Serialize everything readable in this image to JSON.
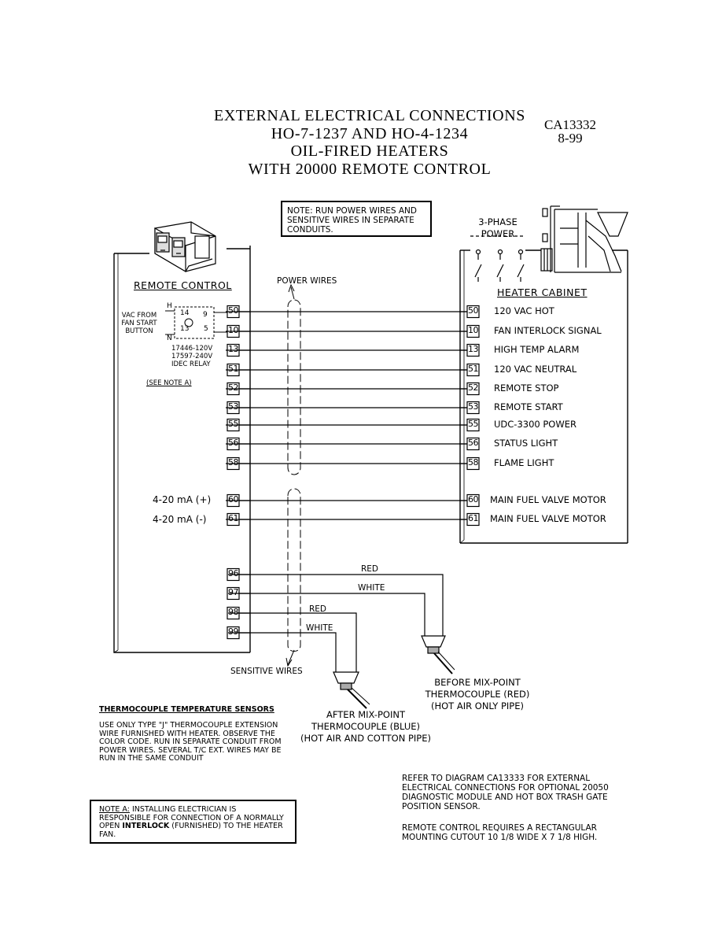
{
  "title": {
    "line1": "EXTERNAL ELECTRICAL CONNECTIONS",
    "line2": "HO-7-1237 AND HO-4-1234",
    "line3": "OIL-FIRED HEATERS",
    "line4": "WITH 20000 REMOTE CONTROL"
  },
  "doc": {
    "number": "CA13332",
    "date": "8-99"
  },
  "note_top": "NOTE: RUN POWER WIRES AND SENSITIVE WIRES IN SEPARATE CONDUITS.",
  "three_phase": {
    "line1": "3-PHASE",
    "line2": "POWER"
  },
  "remote_control": {
    "title": "REMOTE CONTROL",
    "vac_label_1": "VAC FROM",
    "vac_label_2": "FAN START",
    "vac_label_3": "BUTTON",
    "relay_h": "H",
    "relay_n": "N",
    "relay_14": "14",
    "relay_9": "9",
    "relay_13": "13",
    "relay_5": "5",
    "relay_line1": "17446-120V",
    "relay_line2": "17597-240V",
    "relay_line3": "IDEC RELAY",
    "see_note": "(SEE NOTE A)",
    "ma_plus": "4-20 mA (+)",
    "ma_minus": "4-20 mA (-)"
  },
  "heater_cabinet": {
    "title": "HEATER CABINET"
  },
  "power_wires": "POWER WIRES",
  "sensitive_wires": "SENSITIVE WIRES",
  "terminals": [
    {
      "num": "50",
      "label": "120 VAC HOT"
    },
    {
      "num": "10",
      "label": "FAN INTERLOCK SIGNAL"
    },
    {
      "num": "13",
      "label": "HIGH TEMP ALARM"
    },
    {
      "num": "51",
      "label": "120 VAC NEUTRAL"
    },
    {
      "num": "52",
      "label": "REMOTE STOP"
    },
    {
      "num": "53",
      "label": "REMOTE START"
    },
    {
      "num": "55",
      "label": "UDC-3300 POWER"
    },
    {
      "num": "56",
      "label": "STATUS LIGHT"
    },
    {
      "num": "58",
      "label": "FLAME LIGHT"
    },
    {
      "num": "60",
      "label": "MAIN FUEL VALVE MOTOR"
    },
    {
      "num": "61",
      "label": "MAIN FUEL VALVE MOTOR"
    }
  ],
  "sensor_terminals": [
    "96",
    "97",
    "98",
    "99"
  ],
  "wire_colors": {
    "red1": "RED",
    "white1": "WHITE",
    "red2": "RED",
    "white2": "WHITE"
  },
  "before_tc": {
    "line1": "BEFORE MIX-POINT",
    "line2": "THERMOCOUPLE (RED)",
    "line3": "(HOT AIR ONLY PIPE)"
  },
  "after_tc": {
    "line1": "AFTER MIX-POINT",
    "line2": "THERMOCOUPLE (BLUE)",
    "line3": "(HOT AIR AND COTTON PIPE)"
  },
  "tc_section": {
    "heading": "THERMOCOUPLE TEMPERATURE SENSORS",
    "body": "USE ONLY TYPE \"J\" THERMOCOUPLE EXTENSION WIRE FURNISHED WITH HEATER.  OBSERVE THE COLOR CODE. RUN IN SEPARATE CONDUIT FROM POWER WIRES.  SEVERAL T/C EXT. WIRES MAY BE RUN IN THE SAME CONDUIT"
  },
  "note_a": {
    "label": "NOTE A:",
    "text1": " INSTALLING ELECTRICIAN IS RESPONSIBLE FOR CONNECTION OF A NORMALLY OPEN ",
    "bold": "INTERLOCK",
    "text2": " (FURNISHED) TO THE HEATER FAN."
  },
  "refer_text": "REFER TO DIAGRAM CA13333 FOR EXTERNAL ELECTRICAL CONNECTIONS FOR OPTIONAL 20050 DIAGNOSTIC MODULE AND HOT BOX TRASH GATE POSITION SENSOR.",
  "cutout_text": "REMOTE CONTROL REQUIRES A RECTANGULAR MOUNTING CUTOUT 10 1/8 WIDE X 7 1/8 HIGH."
}
